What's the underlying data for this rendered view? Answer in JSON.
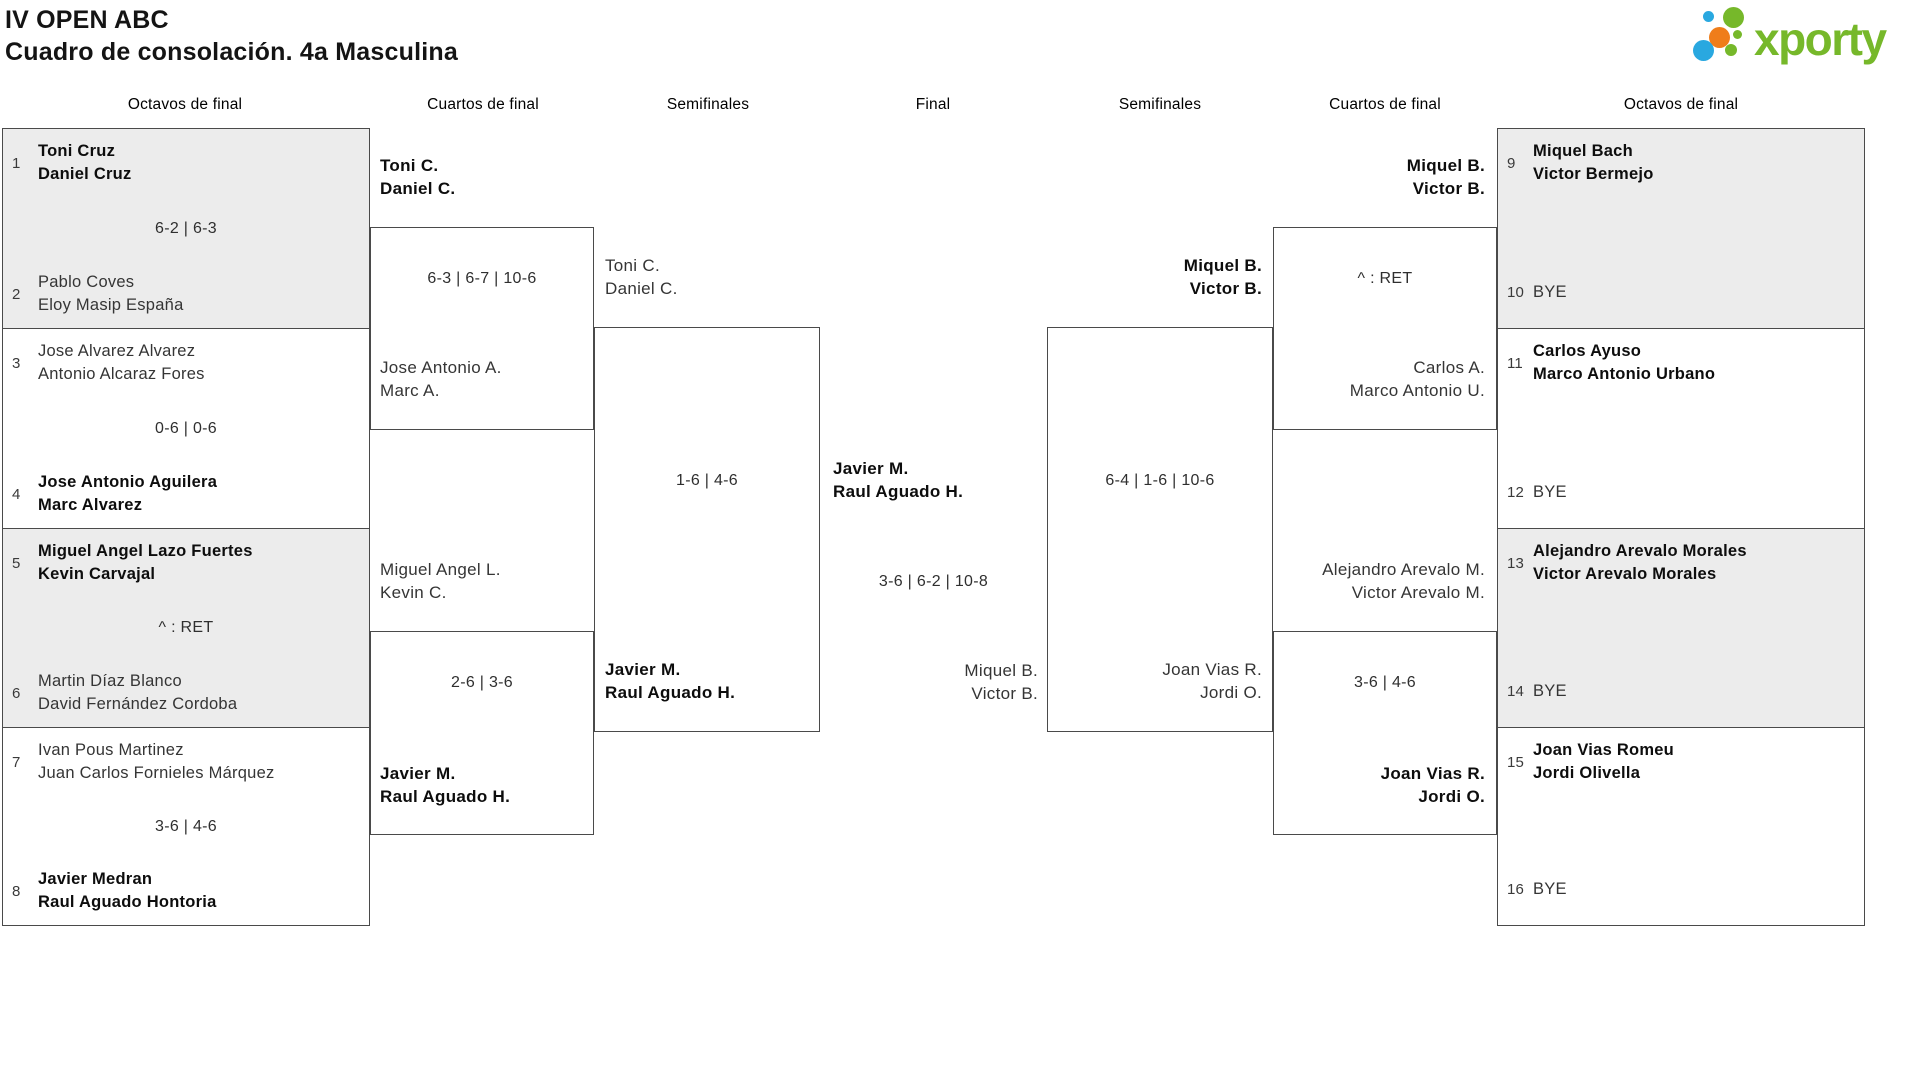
{
  "page": {
    "title_line1": "IV OPEN ABC",
    "title_line2": "Cuadro de consolación. 4a Masculina"
  },
  "logo": {
    "text": "xporty"
  },
  "round_headers": [
    "Octavos de final",
    "Cuartos de final",
    "Semifinales",
    "Final",
    "Semifinales",
    "Cuartos de final",
    "Octavos de final"
  ],
  "octavos_left": [
    {
      "seed_top": "1",
      "top1": "Toni Cruz",
      "top2": "Daniel Cruz",
      "score": "6-2 | 6-3",
      "seed_bottom": "2",
      "bottom1": "Pablo Coves",
      "bottom2": "Eloy Masip España"
    },
    {
      "seed_top": "3",
      "top1": "Jose Alvarez Alvarez",
      "top2": "Antonio Alcaraz Fores",
      "score": "0-6 | 0-6",
      "seed_bottom": "4",
      "bottom1": "Jose Antonio Aguilera",
      "bottom2": "Marc Alvarez"
    },
    {
      "seed_top": "5",
      "top1": "Miguel Angel Lazo Fuertes",
      "top2": "Kevin Carvajal",
      "score": "^ : RET",
      "seed_bottom": "6",
      "bottom1": "Martin Díaz Blanco",
      "bottom2": "David Fernández Cordoba"
    },
    {
      "seed_top": "7",
      "top1": "Ivan Pous Martinez",
      "top2": "Juan Carlos Fornieles Márquez",
      "score": "3-6 | 4-6",
      "seed_bottom": "8",
      "bottom1": "Javier Medran",
      "bottom2": "Raul Aguado Hontoria"
    }
  ],
  "octavos_right": [
    {
      "seed_top": "9",
      "top1": "Miquel Bach",
      "top2": "Victor Bermejo",
      "seed_bottom": "10",
      "bottom1": "BYE"
    },
    {
      "seed_top": "11",
      "top1": "Carlos Ayuso",
      "top2": "Marco Antonio Urbano",
      "seed_bottom": "12",
      "bottom1": "BYE"
    },
    {
      "seed_top": "13",
      "top1": "Alejandro Arevalo Morales",
      "top2": "Victor Arevalo Morales",
      "seed_bottom": "14",
      "bottom1": "BYE"
    },
    {
      "seed_top": "15",
      "top1": "Joan Vias Romeu",
      "top2": "Jordi Olivella",
      "seed_bottom": "16",
      "bottom1": "BYE"
    }
  ],
  "cuartos_left": [
    {
      "top1": "Toni C.",
      "top2": "Daniel C.",
      "score": "6-3 | 6-7 | 10-6",
      "bottom1": "Jose Antonio A.",
      "bottom2": "Marc A."
    },
    {
      "top1": "Miguel Angel L.",
      "top2": "Kevin C.",
      "score": "2-6 | 3-6",
      "bottom1": "Javier M.",
      "bottom2": "Raul Aguado H."
    }
  ],
  "semifinal_left": {
    "top1": "Toni C.",
    "top2": "Daniel C.",
    "score": "1-6 | 4-6",
    "bottom1": "Javier M.",
    "bottom2": "Raul Aguado H."
  },
  "final": {
    "winner1": "Javier M.",
    "winner2": "Raul Aguado H.",
    "score": "3-6 | 6-2 | 10-8",
    "runner1": "Miquel B.",
    "runner2": "Victor B."
  },
  "semifinal_right": {
    "top1": "Miquel B.",
    "top2": "Victor B.",
    "score": "6-4 | 1-6 | 10-6",
    "bottom1": "Joan Vias R.",
    "bottom2": "Jordi O."
  },
  "cuartos_right": [
    {
      "top1": "Miquel B.",
      "top2": "Victor B.",
      "score": "^ : RET",
      "bottom1": "Carlos A.",
      "bottom2": "Marco Antonio U."
    },
    {
      "top1": "Alejandro Arevalo M.",
      "top2": "Victor Arevalo M.",
      "score": "3-6 | 4-6",
      "bottom1": "Joan Vias R.",
      "bottom2": "Jordi O."
    }
  ],
  "colors": {
    "logo_green": "#76b82a",
    "logo_blue": "#29a8e0",
    "logo_orange": "#ef7d1a",
    "shaded_box": "#ececec",
    "border": "#4a4a4a"
  }
}
